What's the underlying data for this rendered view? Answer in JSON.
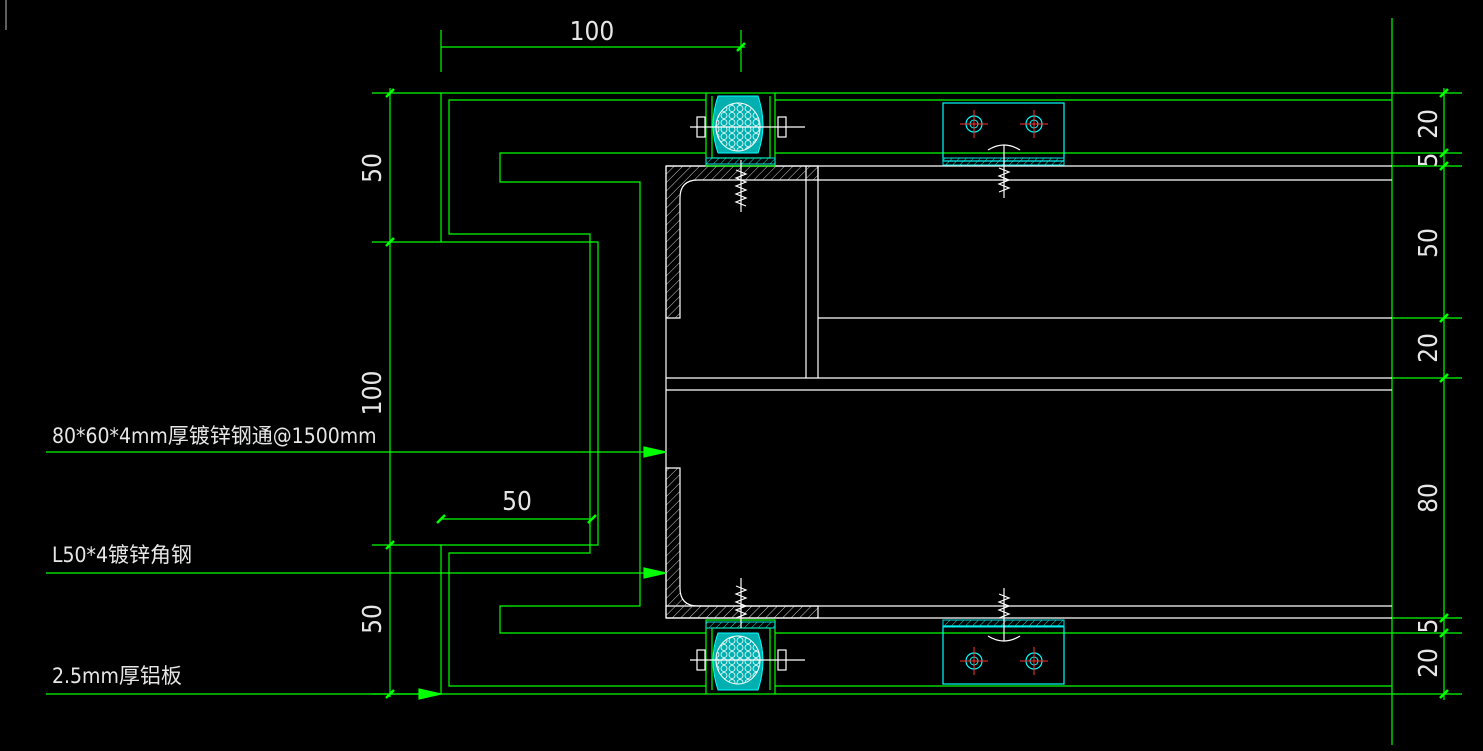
{
  "colors": {
    "background": "#000000",
    "dimension_line": "#00ff00",
    "aluminum_panel": "#00ff00",
    "steel_member": "#ffffff",
    "fastener": "#00ffff",
    "center_mark": "#ff0000",
    "text": "#e6e6e6"
  },
  "dimensions": {
    "top_100": "100",
    "left_upper_50": "50",
    "left_middle_100": "100",
    "left_lower_50": "50",
    "inner_50": "50",
    "right_20_top": "20",
    "right_5_top": "5",
    "right_50": "50",
    "right_20_mid": "20",
    "right_80": "80",
    "right_5_bottom": "5",
    "right_20_bottom": "20"
  },
  "labels": {
    "steel_tube": "80*60*4mm厚镀锌钢通@1500mm",
    "angle_steel": "L50*4镀锌角钢",
    "aluminum_panel": "2.5mm厚铝板"
  }
}
